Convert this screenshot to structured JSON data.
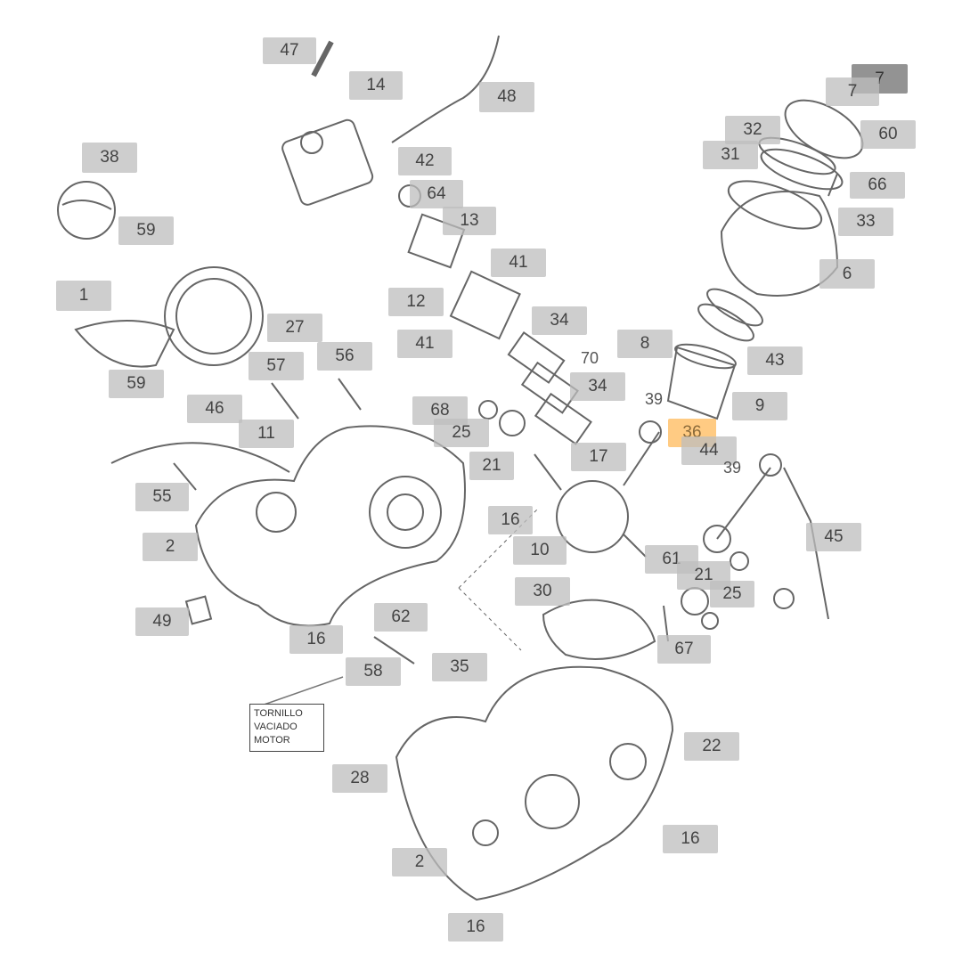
{
  "labels": [
    "47",
    "14",
    "48",
    "38",
    "42",
    "64",
    "13",
    "7",
    "7",
    "32",
    "31",
    "60",
    "66",
    "33",
    "59",
    "1",
    "27",
    "6",
    "12",
    "41",
    "41",
    "34",
    "34",
    "8",
    "43",
    "56",
    "57",
    "59",
    "9",
    "68",
    "25",
    "21",
    "36",
    "44",
    "46",
    "11",
    "17",
    "55",
    "16",
    "10",
    "45",
    "2",
    "61",
    "21",
    "25",
    "30",
    "49",
    "62",
    "67",
    "16",
    "58",
    "35",
    "22",
    "28",
    "16",
    "2",
    "16"
  ],
  "plain_labels": [
    "70",
    "39",
    "39"
  ],
  "note": {
    "line1": "TORNILLO",
    "line2": "VACIADO",
    "line3": "MOTOR"
  },
  "highlighted_part": "36",
  "colors": {
    "label_bg": "#bebebe",
    "highlight": "#ffb95a",
    "line": "#555555"
  }
}
